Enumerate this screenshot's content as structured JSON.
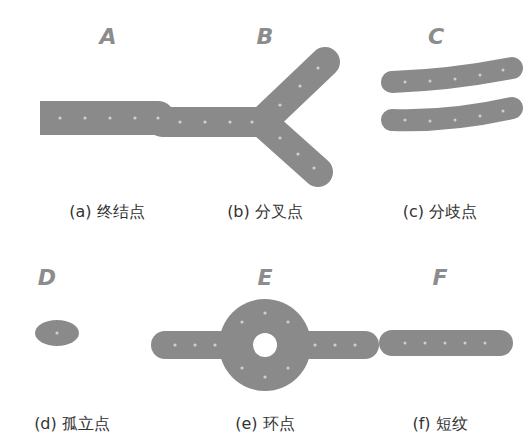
{
  "diagram": {
    "labels": [
      "A",
      "B",
      "C",
      "(a) 终结点",
      "(b) 分叉点",
      "(c) 分歧点",
      "D",
      "E",
      "F",
      "(d) 孤立点",
      "(e) 环点",
      "(f) 短纹"
    ]
  }
}
